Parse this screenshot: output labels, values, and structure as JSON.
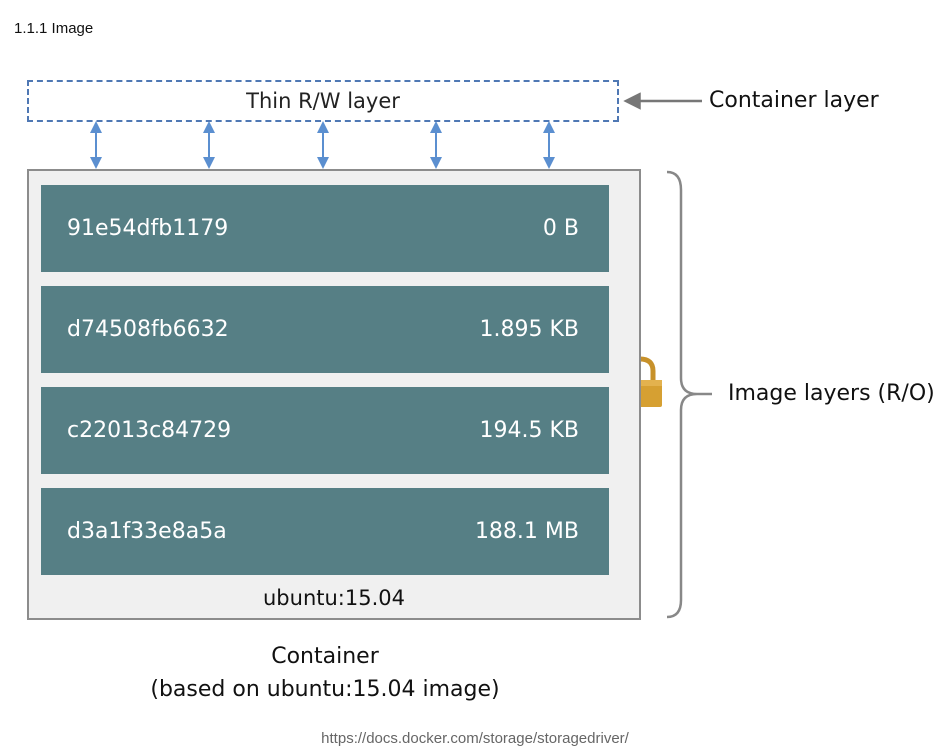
{
  "heading": "1.1.1 Image",
  "diagram": {
    "thin_layer_label": "Thin R/W layer",
    "container_layer_label": "Container layer",
    "image_layers_label": "Image layers (R/O)",
    "image_name": "ubuntu:15.04",
    "layers": [
      {
        "id": "91e54dfb1179",
        "size": "0 B"
      },
      {
        "id": "d74508fb6632",
        "size": "1.895 KB"
      },
      {
        "id": "c22013c84729",
        "size": "194.5 KB"
      },
      {
        "id": "d3a1f33e8a5a",
        "size": "188.1 MB"
      }
    ],
    "caption_line1": "Container",
    "caption_line2": "(based on ubuntu:15.04 image)",
    "lock_icon": "lock-icon",
    "accent_colors": {
      "layer": "#567f85",
      "dashed": "#4f78b4",
      "lock": "#d6a032"
    }
  },
  "source_url": "https://docs.docker.com/storage/storagedriver/"
}
